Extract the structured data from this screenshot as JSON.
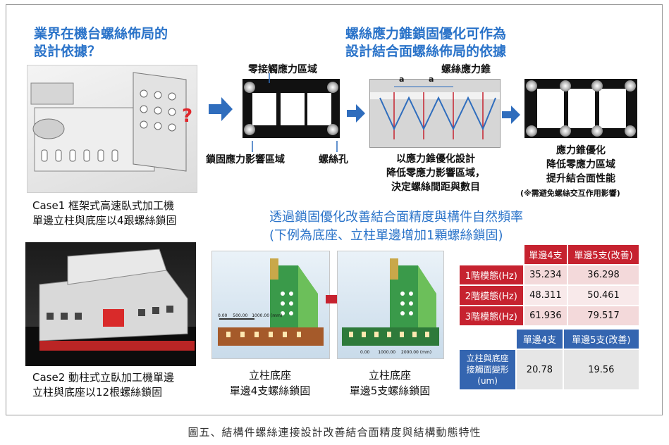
{
  "top_left_title": [
    "業界在機台螺絲佈局的",
    "設計依據？"
  ],
  "top_right_title": [
    "螺絲應力錐鎖固優化可作為",
    "設計結合面螺絲佈局的依據"
  ],
  "question_mark": "?",
  "labels": {
    "zero_contact": "零接觸應力區域",
    "stress_cone": "螺絲應力錐",
    "lock_influence": "鎖固應力影響區域",
    "screw_hole": "螺絲孔",
    "cone_dim": "a",
    "opt_design": [
      "以應力錐優化設計",
      "降低零應力影響區域，",
      "決定螺絲間距與數目"
    ],
    "result": [
      "應力錐優化",
      "降低零應力區域",
      "提升結合面性能"
    ],
    "note": "(※需避免螺絲交互作用影響)"
  },
  "case1": [
    "Case1 框架式高速臥式加工機",
    "單邊立柱與底座以4跟螺絲鎖固"
  ],
  "case2": [
    "Case2 動柱式立臥加工機單邊",
    "立柱與底座以12根螺絲鎖固"
  ],
  "middle_title": [
    "透過鎖固優化改善結合面精度與構件自然頻率",
    "(下例為底座、立柱單邊增加1顆螺絲鎖固)"
  ],
  "fea_captions": {
    "left": [
      "立柱底座",
      "單邊4支螺絲鎖固"
    ],
    "right": [
      "立柱底座",
      "單邊5支螺絲鎖固"
    ]
  },
  "fea_scale": {
    "left": [
      "0.00",
      "500.00",
      "1000.00 (mm)"
    ],
    "right": [
      "0.00",
      "1000.00",
      "2000.00 (mm)"
    ]
  },
  "table_modes": {
    "headers": [
      "單邊4支",
      "單邊5支(改善)"
    ],
    "rows": [
      {
        "label": "1階模態(Hz)",
        "v4": "35.234",
        "v5": "36.298"
      },
      {
        "label": "2階模態(Hz)",
        "v4": "48.311",
        "v5": "50.461"
      },
      {
        "label": "3階模態(Hz)",
        "v4": "61.936",
        "v5": "79.517"
      }
    ]
  },
  "table_deform": {
    "headers": [
      "單邊4支",
      "單邊5支(改善)"
    ],
    "row_label": [
      "立柱與底座",
      "接觸面變形",
      "(um)"
    ],
    "v4": "20.78",
    "v5": "19.56"
  },
  "caption": "圖五、結構件螺絲連接設計改善結合面精度與結構動態特性",
  "colors": {
    "title_blue": "#2a73c9",
    "arrow_blue": "#2f6dbd",
    "table_red": "#c6222f",
    "table_pink": "#f3d9da",
    "table_blue": "#3465b0",
    "table_grey": "#e6e6e6",
    "question_red": "#e0262b"
  }
}
